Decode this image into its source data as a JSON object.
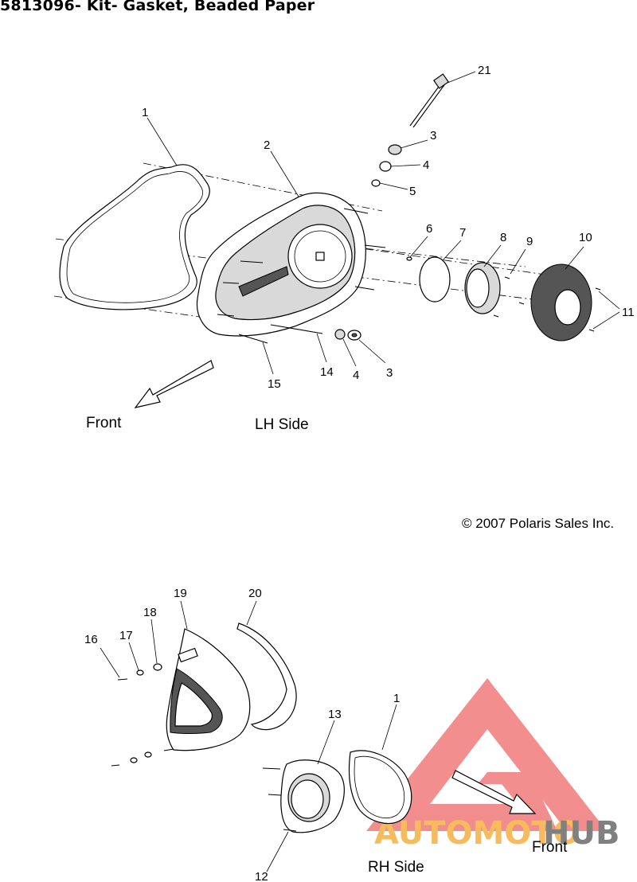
{
  "title": "5813096- Kit- Gasket, Beaded Paper",
  "copyright": "© 2007 Polaris Sales Inc.",
  "views": {
    "lh": {
      "label": "LH Side",
      "front": "Front"
    },
    "rh": {
      "label": "RH Side",
      "front": "Front"
    }
  },
  "callouts_lh": [
    "1",
    "2",
    "21",
    "3",
    "4",
    "5",
    "6",
    "7",
    "8",
    "9",
    "10",
    "11",
    "15",
    "14",
    "4",
    "3"
  ],
  "callouts_rh": [
    "19",
    "20",
    "18",
    "17",
    "16",
    "13",
    "1",
    "12"
  ],
  "watermark": {
    "word1": "AUTOMOTO",
    "word2": "HUB",
    "color_red": "#f07a7a",
    "color_orange": "#f5b041",
    "color_gray": "#6b6b6b"
  }
}
